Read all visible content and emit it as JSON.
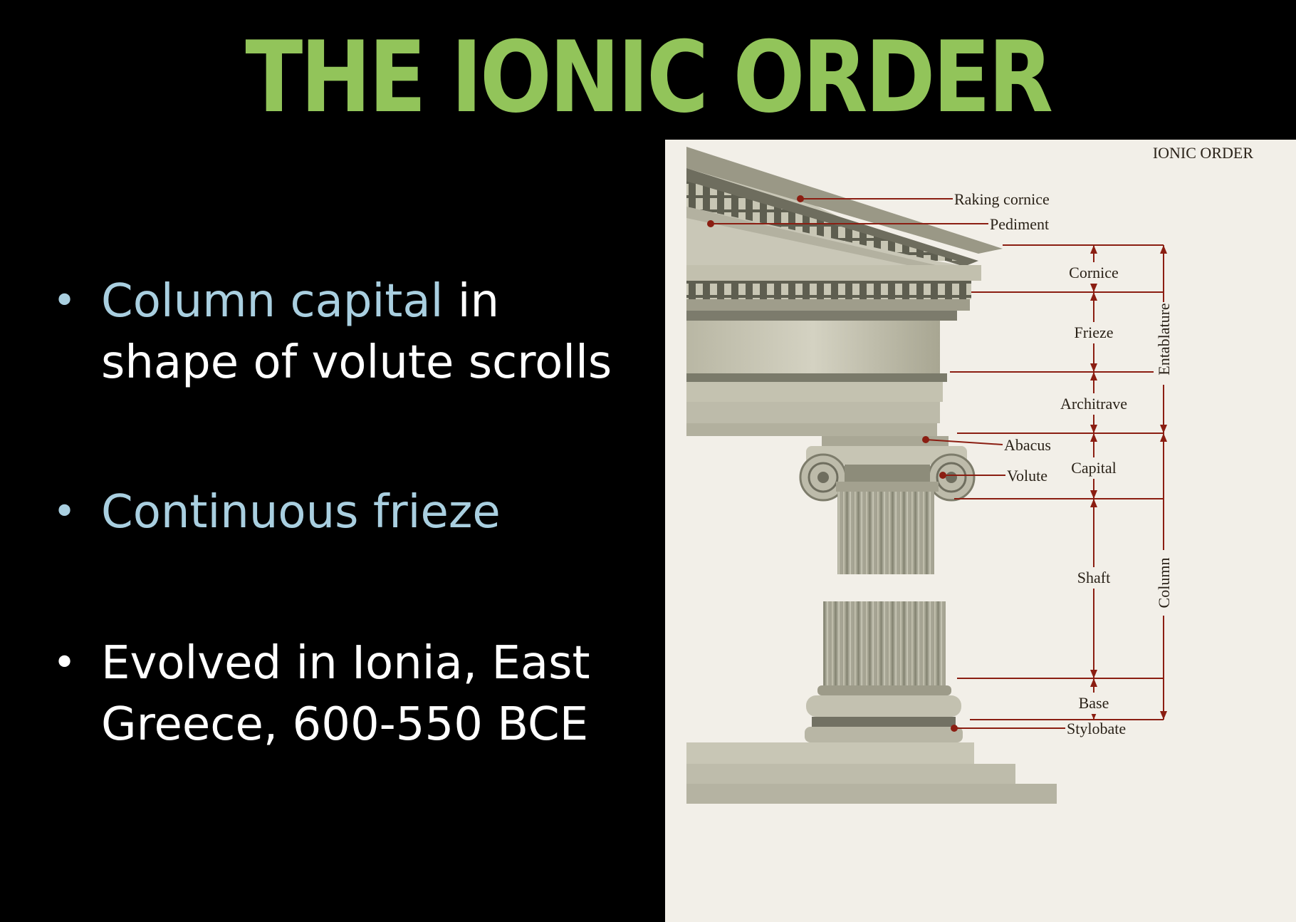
{
  "slide": {
    "title": "THE IONIC ORDER",
    "title_color": "#92c45a",
    "highlight_color": "#a9cfe0"
  },
  "bullets": [
    {
      "highlight": "Column capital",
      "rest_line1": " in",
      "rest_line2": "shape of volute scrolls"
    },
    {
      "highlight": "Continuous frieze"
    },
    {
      "line1": "Evolved in Ionia, East",
      "line2": "Greece, 600-550 BCE"
    }
  ],
  "diagram": {
    "title": "IONIC ORDER",
    "labels": {
      "raking_cornice": "Raking cornice",
      "pediment": "Pediment",
      "cornice": "Cornice",
      "frieze": "Frieze",
      "architrave": "Architrave",
      "entablature": "Entablature",
      "abacus": "Abacus",
      "volute": "Volute",
      "capital": "Capital",
      "shaft": "Shaft",
      "column": "Column",
      "base": "Base",
      "stylobate": "Stylobate"
    },
    "line_color": "#8b1e12"
  }
}
